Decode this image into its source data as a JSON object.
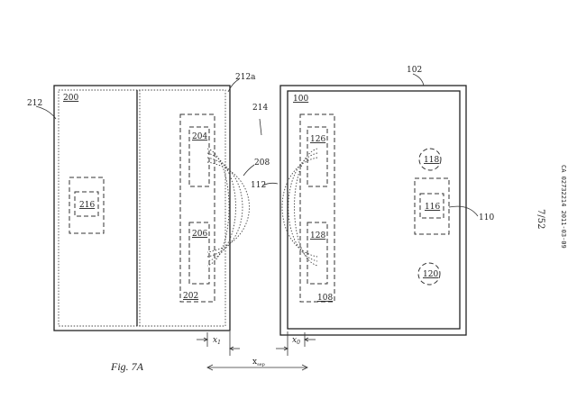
{
  "caption": "Fig. 7A",
  "page_number": "7/52",
  "side_text": "CA 02732214 2011-03-09",
  "refs": {
    "r102": "102",
    "r100": "100",
    "r108": "108",
    "r110": "110",
    "r112": "112",
    "r116": "116",
    "r118": "118",
    "r120": "120",
    "r126": "126",
    "r128": "128",
    "r200": "200",
    "r202": "202",
    "r204": "204",
    "r206": "206",
    "r208": "208",
    "r212": "212",
    "r212a": "212a",
    "r214": "214",
    "r216": "216"
  },
  "dims": {
    "x1": "x",
    "x1_sub": "1",
    "x0": "x",
    "x0_sub": "0",
    "xsep": "x",
    "xsep_sub": "sep"
  }
}
